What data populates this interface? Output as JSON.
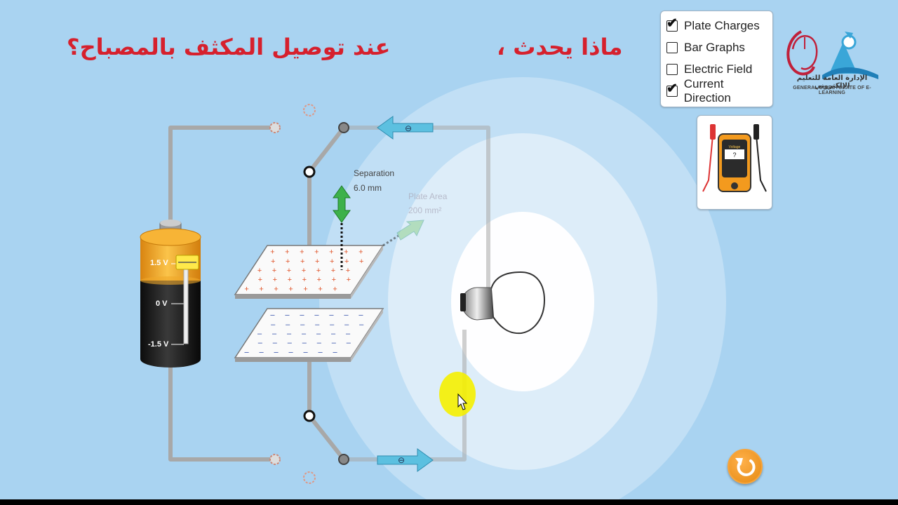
{
  "title": {
    "part1": "ماذا يحدث ،",
    "part2": "عند توصيل المكثف بالمصباح؟"
  },
  "controls": {
    "items": [
      {
        "label": "Plate Charges",
        "checked": true
      },
      {
        "label": "Bar Graphs",
        "checked": false
      },
      {
        "label": "Electric Field",
        "checked": false
      },
      {
        "label": "Current Direction",
        "checked": true
      }
    ],
    "check_glyph": "✔"
  },
  "voltmeter": {
    "label": "Voltage",
    "reading": "?"
  },
  "battery": {
    "top_label": "1.5 V",
    "mid_label": "0 V",
    "bottom_label": "-1.5 V"
  },
  "capacitor": {
    "separation_label": "Separation",
    "separation_value": "6.0 mm",
    "plate_area_label": "Plate Area",
    "plate_area_value": "200 mm²"
  },
  "logo": {
    "arabic": "الإدارة العامة للتعليم الإلكتروني",
    "english": "GENERAL DIRECTORATE OF E-LEARNING"
  },
  "icons": {
    "reset": "reset-icon",
    "bulb": "light-bulb-icon",
    "cursor": "mouse-cursor-icon"
  },
  "colors": {
    "title": "#d6202d",
    "background": "#a9d3f1",
    "wire": "#a8a8a8",
    "current_arrow": "#5cc0e0",
    "separation_arrow": "#3db14a",
    "battery_top": "#f4a21a",
    "plus_charge": "#e0552a",
    "minus_charge": "#2b4aa8",
    "reset_button": "#f29a22"
  }
}
